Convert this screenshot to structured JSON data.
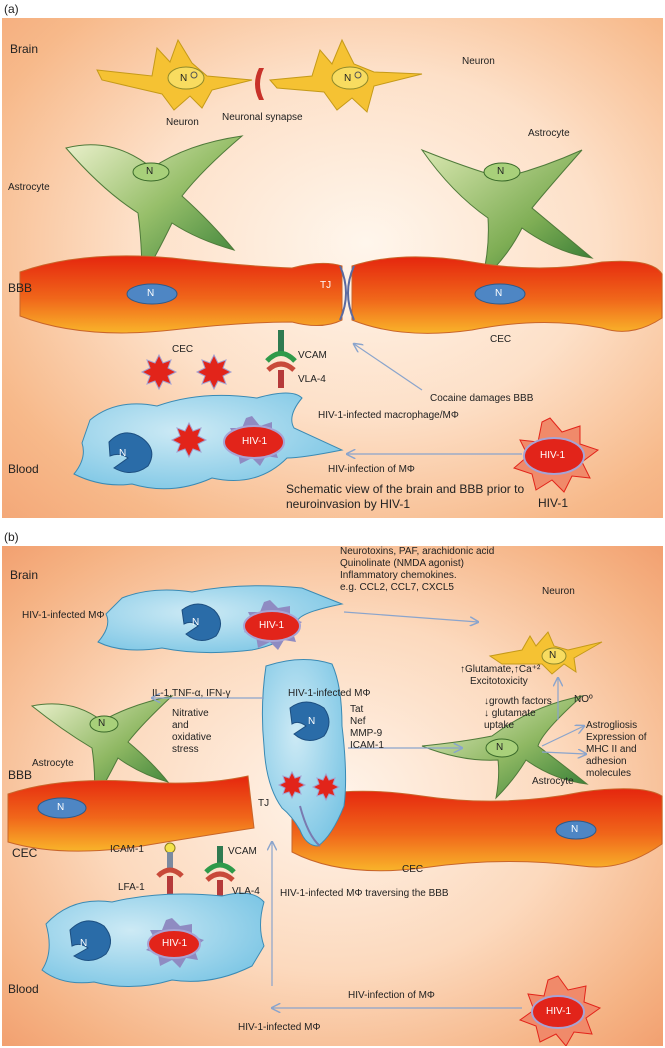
{
  "panel_a": {
    "tag": "(a)",
    "brain": "Brain",
    "neuron_left": "Neuron",
    "neuron_right": "Neuron",
    "synapse": "Neuronal synapse",
    "astrocyte_left": "Astrocyte",
    "astrocyte_right": "Astrocyte",
    "nucleus": "N",
    "bbb": "BBB",
    "tj": "TJ",
    "cec_left": "CEC",
    "cec_right": "CEC",
    "vcam": "VCAM",
    "vla4": "VLA-4",
    "cocaine": "Cocaine damages BBB",
    "macrophage": "HIV-1-infected macrophage/MΦ",
    "hiv_inside": "HIV-1",
    "hiv_virus": "HIV-1",
    "hiv_caption": "HIV-1",
    "blood": "Blood",
    "infection": "HIV-infection of MΦ",
    "caption": "Schematic view of the brain and BBB prior to neuroinvasion by HIV-1"
  },
  "panel_b": {
    "tag": "(b)",
    "brain": "Brain",
    "mphi_top": "HIV-1-infected MΦ",
    "hiv_top": "HIV-1",
    "neurotoxins": "Neurotoxins, PAF, arachidonic acid\nQuinolinate (NMDA agonist)\nInflammatory chemokines.\ne.g. CCL2, CCL7, CXCL5",
    "neuron": "Neuron",
    "nucleus": "N",
    "glutamate": "↑Glutamate,↑Ca⁺²",
    "excitotoxicity": "Excitotoxicity",
    "no": "NOº",
    "cytokines": "IL-1,TNF-α, IFN-γ",
    "mphi_mid": "HIV-1-infected MΦ",
    "nitrative": "Nitrative\nand\noxidative\nstress",
    "factors": "Tat\nNef\nMMP-9\nICAM-1",
    "growth": "↓growth factors\n↓ glutamate\n uptake",
    "astrogliosis": "Astrogliosis\nExpression of\nMHC II and\nadhesion\nmolecules",
    "astrocyte_left": "Astrocyte",
    "astrocyte_right": "Astrocyte",
    "bbb": "BBB",
    "tj": "TJ",
    "cec_left": "CEC",
    "cec_right": "CEC",
    "icam1": "ICAM-1",
    "vcam": "VCAM",
    "lfa1": "LFA-1",
    "vla4": "VLA-4",
    "traversing": "HIV-1-infected  MΦ traversing the BBB",
    "hiv_bottom": "HIV-1",
    "hiv_virus": "HIV-1",
    "blood": "Blood",
    "infection": "HIV-infection of MΦ",
    "mphi_bottom": "HIV-1-infected MΦ"
  },
  "colors": {
    "neuron": "#f5c233",
    "astrocyte_dark": "#3e8a3a",
    "astrocyte_light": "#e9efc8",
    "cec_red": "#e82a10",
    "cec_orange": "#f79a1c",
    "macrophage": "#8fd0ea",
    "virus": "#e2241a",
    "spike": "#9b95c8",
    "nucleus": "#4e86c4",
    "arrow": "#8aa4cc"
  }
}
